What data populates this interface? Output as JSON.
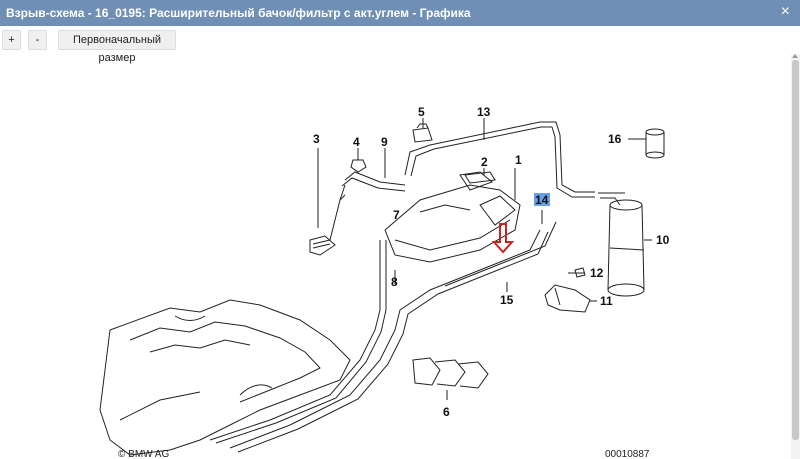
{
  "window": {
    "title": "Взрыв-схема - 16_0195: Расширительный бачок/фильтр с акт.углем - Графика",
    "close_glyph": "×"
  },
  "toolbar": {
    "zoom_in_label": "+",
    "zoom_out_label": "-",
    "reset_label": "Первоначальный размер"
  },
  "diagram": {
    "callouts": [
      "1",
      "2",
      "3",
      "4",
      "5",
      "6",
      "7",
      "8",
      "9",
      "10",
      "11",
      "12",
      "13",
      "14",
      "15",
      "16"
    ],
    "highlighted_callout": "14",
    "highlight_color": "#4a90e2",
    "arrow_color": "#cc2222",
    "footer_logo": "© BMW AG",
    "footer_code": "00010887"
  }
}
